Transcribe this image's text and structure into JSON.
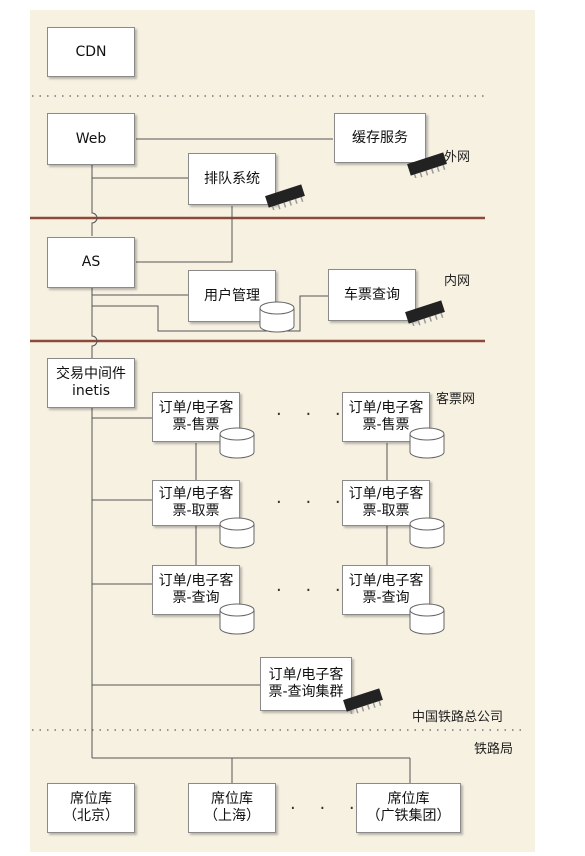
{
  "nodes": {
    "cdn": "CDN",
    "web": "Web",
    "cache": "缓存服务",
    "queue": "排队系统",
    "as": "AS",
    "user": "用户管理",
    "ticket_query": "车票查询",
    "middleware": "交易中间件\ninetis",
    "sell_1": "订单/电子客\n票-售票",
    "sell_n": "订单/电子客\n票-售票",
    "take_1": "订单/电子客\n票-取票",
    "take_n": "订单/电子客\n票-取票",
    "query_1": "订单/电子客\n票-查询",
    "query_n": "订单/电子客\n票-查询",
    "query_cluster": "订单/电子客\n票-查询集群",
    "seat_bj": "席位库\n（北京）",
    "seat_sh": "席位库\n（上海）",
    "seat_gz": "席位库\n（广铁集团）"
  },
  "zones": {
    "external": "外网",
    "internal": "内网",
    "ticket_net": "客票网",
    "hq": "中国铁路总公司",
    "bureau": "铁路局"
  },
  "ellipsis": "· · ·",
  "colors": {
    "background": "#f7f1e2",
    "box_border": "#8a8a8a",
    "line": "#555555",
    "bus": "#8b4a3a",
    "db_fill": "#ffffff",
    "chip": "#222222"
  },
  "icons": {
    "chip": "server-chip-icon",
    "database": "database-cylinder-icon"
  }
}
